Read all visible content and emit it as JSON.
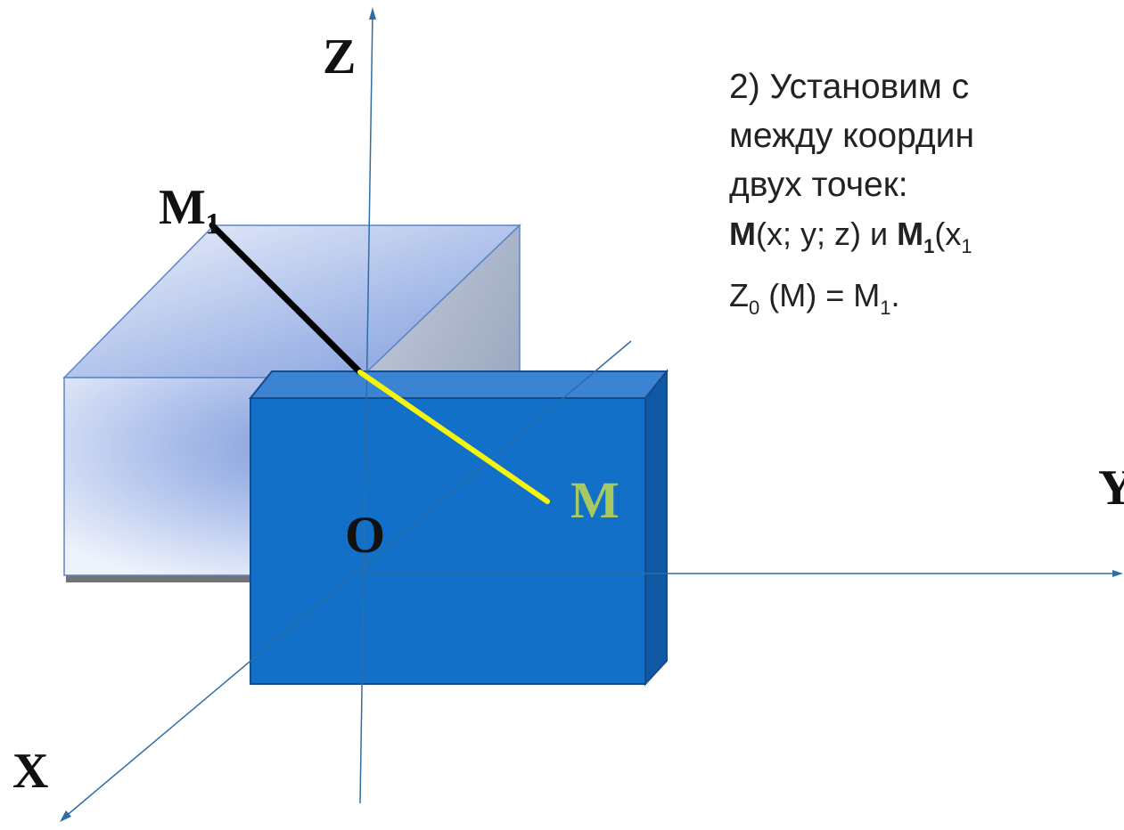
{
  "labels": {
    "axis_z": "Z",
    "axis_y": "Y",
    "axis_x": "X",
    "point_m1": "M₁",
    "point_m": "M",
    "origin": "O"
  },
  "text": {
    "line1": "2)  Установим с",
    "line2": "между координ",
    "line3": "двух точек:",
    "line4": {
      "m_bold": "M",
      "m_coords": "(x; y; z) и ",
      "m1_bold": "M",
      "m1_sub": "1",
      "m1_coords": "(x",
      "m1_coords_sub": "1"
    },
    "line5": {
      "z": "Z",
      "z_sub": "0",
      "expr": " (M) = M",
      "m_sub": "1",
      "end": "."
    }
  },
  "colors": {
    "axis": "#2e6ea6",
    "front_box": "#1270c9",
    "back_box": "#c8d5f0",
    "segment_m1": "#000000",
    "segment_m": "#f5f50a",
    "label_m": "#a6c960"
  }
}
